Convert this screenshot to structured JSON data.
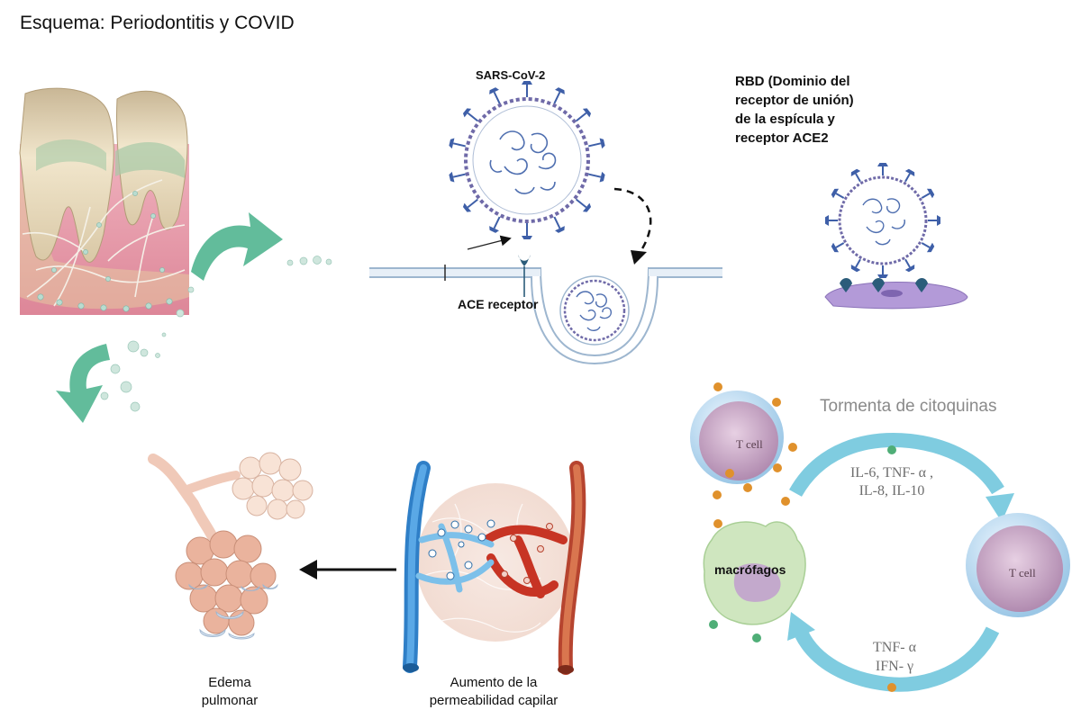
{
  "title": "Esquema: Periodontitis y COVID",
  "virus_label": "SARS-CoV-2",
  "rbd_label": [
    "RBD (Dominio del",
    "receptor de unión)",
    "de la espícula y",
    "receptor ACE2"
  ],
  "ace_label": "ACE receptor",
  "storm_label": "Tormenta de citoquinas",
  "cytokines_top": [
    "IL-6, TNF- α ,",
    "IL-8, IL-10"
  ],
  "cytokines_bottom": [
    "TNF- α",
    "IFN- γ"
  ],
  "tcell_label": "T cell",
  "macrophage_label": "macrófagos",
  "edema_label": [
    "Edema",
    "pulmonar"
  ],
  "permeability_label": [
    "Aumento de la",
    "permeabilidad capilar"
  ],
  "colors": {
    "gum": "#e9a0ae",
    "tooth": "#e8d6b0",
    "curved_arrow": "#47b08a",
    "virus": "#3e5fa8",
    "vessel_blue": "#3f8fd4",
    "vessel_red": "#c9412c",
    "cycle_arrow": "#7fcce0",
    "tcell": "#c9a9c6",
    "macrophage": "#c9e3b9",
    "alveoli": "#eec2b4",
    "dots_orange": "#e0912c",
    "dots_green": "#4fae77"
  }
}
